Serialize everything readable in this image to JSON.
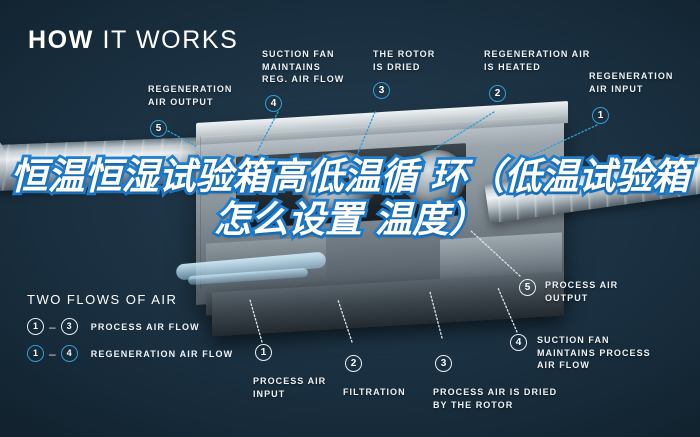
{
  "page": {
    "title_bold": "HOW",
    "title_rest": " IT WORKS",
    "background_color": "#1d3344",
    "accent_blue": "#2f9fd6",
    "overlay_stroke_blue": "#1f7fd0",
    "label_color": "#eef3f6"
  },
  "overlay": {
    "text": "恒温恒湿试验箱高低温循\n环（低温试验箱怎么设置\n温度）"
  },
  "callouts": [
    {
      "id": "regeneration-air-output",
      "number": "5",
      "label": "REGENERATION\nAIR OUTPUT",
      "marker_color": "blue",
      "position": "top-left"
    },
    {
      "id": "suction-fan-regeneration",
      "number": "4",
      "label": "SUCTION FAN\nMAINTAINS\nREG. AIR FLOW",
      "marker_color": "blue",
      "position": "top"
    },
    {
      "id": "rotor-is-dried",
      "number": "3",
      "label": "THE ROTOR\nIS DRIED",
      "marker_color": "blue",
      "position": "top"
    },
    {
      "id": "regeneration-air-heated",
      "number": "2",
      "label": "REGENERATION AIR\nIS HEATED",
      "marker_color": "blue",
      "position": "top"
    },
    {
      "id": "regeneration-air-input",
      "number": "1",
      "label": "REGENERATION\nAIR INPUT",
      "marker_color": "blue",
      "position": "top-right"
    },
    {
      "id": "process-air-output",
      "number": "5",
      "label": "PROCESS AIR\nOUTPUT",
      "marker_color": "white",
      "position": "right"
    },
    {
      "id": "process-air-input",
      "number": "1",
      "label": "PROCESS AIR\nINPUT",
      "marker_color": "white",
      "position": "bottom"
    },
    {
      "id": "filtration",
      "number": "2",
      "label": "FILTRATION",
      "marker_color": "white",
      "position": "bottom"
    },
    {
      "id": "process-air-dried",
      "number": "3",
      "label": "PROCESS AIR IS DRIED\nBY THE ROTOR",
      "marker_color": "white",
      "position": "bottom"
    },
    {
      "id": "suction-fan-process",
      "number": "4",
      "label": "SUCTION FAN\nMAINTAINS PROCESS\nAIR FLOW",
      "marker_color": "white",
      "position": "bottom-right"
    }
  ],
  "legend": {
    "title": "TWO FLOWS OF AIR",
    "dash": "–",
    "rows": [
      {
        "from": "1",
        "to": "3",
        "label": "PROCESS AIR FLOW",
        "color": "white"
      },
      {
        "from": "1",
        "to": "4",
        "label": "REGENERATION AIR FLOW",
        "color": "blue"
      }
    ]
  }
}
